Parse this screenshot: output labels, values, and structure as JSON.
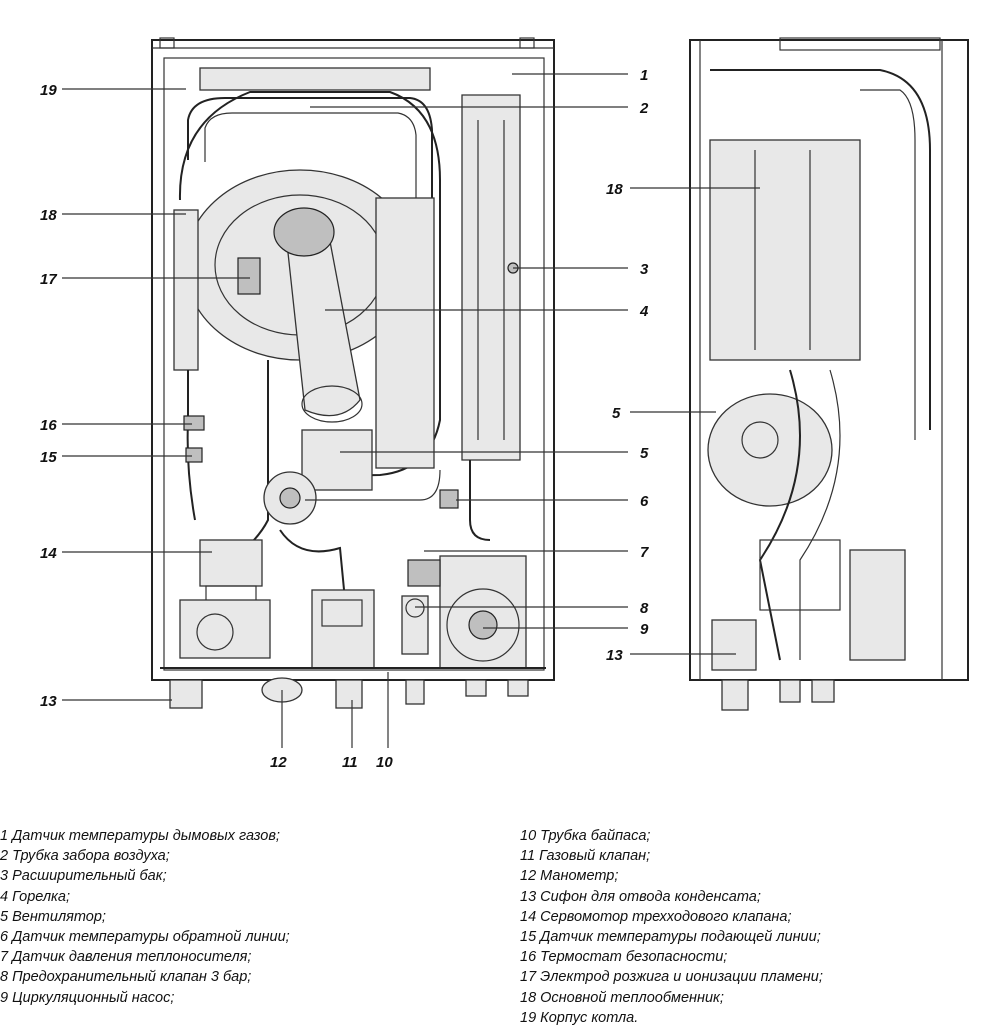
{
  "front_callouts_right": [
    "1",
    "2",
    "3",
    "4",
    "5",
    "6",
    "7",
    "8",
    "9"
  ],
  "front_callouts_left": [
    "19",
    "18",
    "17",
    "16",
    "15",
    "14",
    "13"
  ],
  "bottom_callouts": [
    "12",
    "11",
    "10"
  ],
  "side_callouts": [
    "18",
    "5",
    "13"
  ],
  "legend": {
    "left": [
      "1 Датчик  температуры дымовых газов;",
      "2 Трубка забора воздуха;",
      "3  Расширительный бак;",
      "4 Горелка;",
      "5 Вентилятор;",
      "6 Датчик температуры обратной линии;",
      "7 Датчик давления теплоносителя;",
      "8 Предохранительный клапан 3 бар;",
      "9 Циркуляционный насос;"
    ],
    "right": [
      "10 Трубка байпаса;",
      "11 Газовый клапан;",
      "12 Манометр;",
      "13 Сифон для отвода конденсата;",
      "14 Сервомотор трехходового клапана;",
      "15 Датчик температуры подающей линии;",
      "16 Термостат безопасности;",
      "17 Электрод розжига и ионизации пламени;",
      "18 Основной теплообменник;",
      "19 Корпус котла."
    ]
  }
}
